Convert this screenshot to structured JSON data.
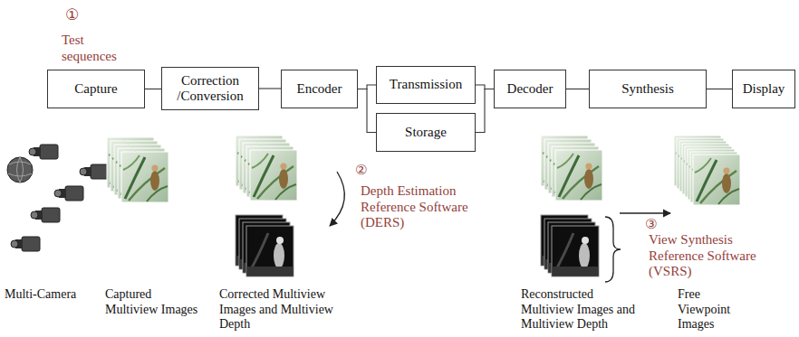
{
  "diagram": {
    "nodes": [
      {
        "text": [
          "Capture"
        ]
      },
      {
        "text": [
          "Correction /Conversion"
        ]
      },
      {
        "text": [
          "Encoder"
        ]
      },
      {
        "text": [
          "Transmission"
        ]
      },
      {
        "text": [
          "Storage"
        ]
      },
      {
        "text": [
          "Decoder"
        ]
      },
      {
        "text": [
          "Synthesis"
        ]
      },
      {
        "text": [
          "Display"
        ]
      }
    ],
    "edges": [
      {
        "from": 0,
        "to": 1,
        "arrow": "none"
      },
      {
        "from": 1,
        "to": 2,
        "arrow": "none"
      },
      {
        "from": 2,
        "to": 3,
        "arrow": "none"
      },
      {
        "from": 2,
        "to": 4,
        "arrow": "none"
      },
      {
        "from": 3,
        "to": 5,
        "arrow": "none"
      },
      {
        "from": 4,
        "to": 5,
        "arrow": "none"
      },
      {
        "from": 5,
        "to": 6,
        "arrow": "none"
      },
      {
        "from": 6,
        "to": 7,
        "arrow": "none"
      }
    ],
    "labels": [
      "①",
      "Test sequences",
      "②",
      "Depth Estimation Reference Software (DERS)",
      "③",
      "View Synthesis Reference Software (VSRS)",
      "Multi-Camera",
      "Captured Multiview Images",
      "Corrected Multiview Images and Multiview Depth",
      "Reconstructed Multiview Images and Multiview Depth",
      "Free Viewpoint Images"
    ]
  }
}
